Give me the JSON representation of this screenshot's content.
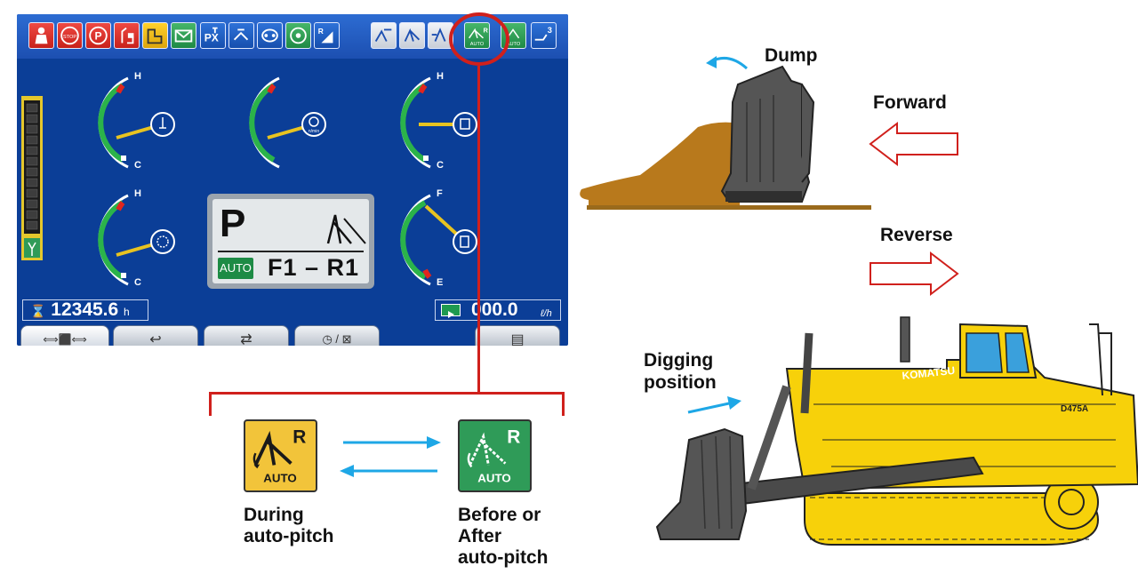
{
  "monitor": {
    "transmission": {
      "gear_letter": "P",
      "auto_label": "AUTO",
      "range": "F1 – R1"
    },
    "service_meter": {
      "value": "12345.6",
      "unit": "h"
    },
    "fuel_rate": {
      "value": "000.0",
      "unit": "ℓ/h"
    },
    "gauges": [
      {
        "id": "engine-coolant",
        "top_label": "H",
        "bottom_label": "C",
        "icon_text": ""
      },
      {
        "id": "engine-speed",
        "top_label": "",
        "bottom_label": "",
        "icon_text": "n/min"
      },
      {
        "id": "hydraulic-oil",
        "top_label": "H",
        "bottom_label": "C",
        "icon_text": ""
      },
      {
        "id": "power-train-oil",
        "top_label": "H",
        "bottom_label": "C",
        "icon_text": ""
      },
      {
        "id": "fuel",
        "top_label": "F",
        "bottom_label": "E",
        "icon_text": ""
      }
    ],
    "top_icons": {
      "stop_text": "STOP",
      "parking_text": "P",
      "auto_icon_letter": "R",
      "auto_icon_text": "AUTO",
      "last_icon_number": "3"
    },
    "function_keys": [
      "⟺⬛⟺",
      "↩",
      "⇄",
      "◷ / ⊠",
      "▤"
    ]
  },
  "callout": {
    "during_icon": {
      "letter": "R",
      "text": "AUTO",
      "color": "#f2c43a"
    },
    "after_icon": {
      "letter": "R",
      "text": "AUTO",
      "color": "#2f9b58"
    },
    "during_caption": "During\nauto-pitch",
    "after_caption": "Before or\nAfter\nauto-pitch"
  },
  "diagram": {
    "dump_label": "Dump",
    "forward_label": "Forward",
    "reverse_label": "Reverse",
    "digging_label": "Digging\nposition",
    "brand_text": "KOMATSU",
    "model_text": "D475A"
  },
  "colors": {
    "screen_bg": "#0b3e97",
    "callout_red": "#d0201c",
    "arrow_blue": "#1ea7e6",
    "dozer_yellow": "#f7d10a",
    "soil_brown": "#b8791c"
  }
}
